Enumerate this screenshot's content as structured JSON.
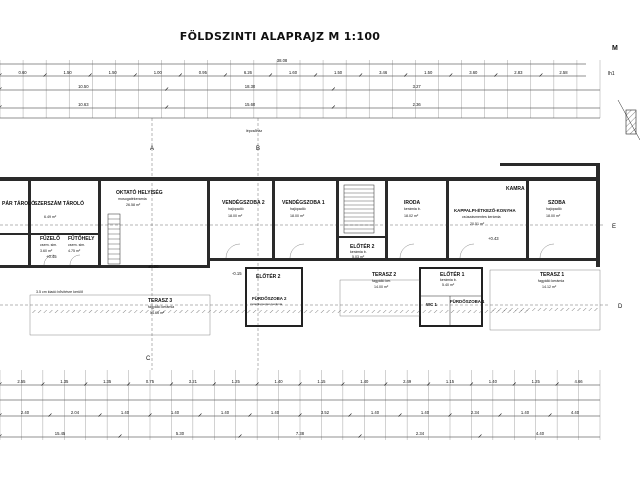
{
  "title": "FÖLDSZINTI ALAPRAJZ M 1:100",
  "corner_label": "M",
  "side_label": "lh1",
  "top_dims": [
    "0.60",
    "1.50",
    "1.50",
    "1.00",
    "0.95",
    "6.26",
    "1.60",
    "1.50",
    "3.46",
    "1.50",
    "3.60",
    "2.83",
    "2.58"
  ],
  "total_dim": "38.08",
  "second_row_dims": [
    "10.50",
    "18.30",
    "3.27"
  ],
  "third_row_dims": [
    "10.63",
    "15.60",
    "2.36"
  ],
  "axes": [
    "A",
    "B",
    "C",
    "D",
    "E"
  ],
  "section_label": "lépcsőház",
  "rooms": [
    {
      "key": "r1",
      "name": "PÁR TÁROLÓ",
      "sub1": "",
      "sub2": ""
    },
    {
      "key": "r2",
      "name": "SZERSZÁM TÁROLÓ",
      "sub1": "",
      "sub2": "6.49 m²"
    },
    {
      "key": "r3",
      "name": "OKTATÓ HELYISÉG",
      "sub1": "mosogatékeramia",
      "sub2": "26.58 m²"
    },
    {
      "key": "r4",
      "name": "VENDÉGSZOBA 2",
      "sub1": "hajópadló",
      "sub2": "18.00 m²"
    },
    {
      "key": "r5",
      "name": "VENDÉGSZOBA 1",
      "sub1": "hajópadló",
      "sub2": "18.00 m²"
    },
    {
      "key": "r6",
      "name": "IRODA",
      "sub1": "kerámia b.",
      "sub2": "18.02 m²"
    },
    {
      "key": "r7",
      "name": "KAMRA",
      "sub1": "",
      "sub2": ""
    },
    {
      "key": "r8",
      "name": "KAPPALPI-ÉTKEZŐ-KONYHA",
      "sub1": "csúszásmentes kerámia",
      "sub2": "20.51 m²"
    },
    {
      "key": "r9",
      "name": "SZOBA",
      "sub1": "hajópadló",
      "sub2": "18.00 m²"
    },
    {
      "key": "r10",
      "name": "FŰZELŐ",
      "sub1": "csem. sim.",
      "sub2": "3.60 m²"
    },
    {
      "key": "r11",
      "name": "FŰTŐHELY",
      "sub1": "csem. sim.",
      "sub2": "4.75 m²"
    },
    {
      "key": "r12",
      "name": "ELŐTÉR 2",
      "sub1": "kerámia b.",
      "sub2": "5.03 m²"
    },
    {
      "key": "r13",
      "name": "ELŐTÉR 2",
      "sub1": "",
      "sub2": ""
    },
    {
      "key": "r14",
      "name": "ELŐTÉR 1",
      "sub1": "kerámia b.",
      "sub2": "5.40 m²"
    },
    {
      "key": "r15",
      "name": "FÜRDŐSZOBA 2",
      "sub1": "csúszásmentes kerámia",
      "sub2": ""
    },
    {
      "key": "r16",
      "name": "FÜRDŐSZOBA 1",
      "sub1": "",
      "sub2": ""
    },
    {
      "key": "r17",
      "name": "WC 1",
      "sub1": "",
      "sub2": ""
    },
    {
      "key": "r18",
      "name": "TERASZ 3",
      "sub1": "fagyálló kerámia",
      "sub2": "54.65 m²"
    },
    {
      "key": "r19",
      "name": "TERASZ 2",
      "sub1": "fagyálló ker.",
      "sub2": "14.00 m²"
    },
    {
      "key": "r20",
      "name": "TERASZ 1",
      "sub1": "fagyálló kerámia",
      "sub2": "14.12 m²"
    }
  ],
  "bottom_row1": [
    "2.55",
    "1.35",
    "1.35",
    "0.75",
    "3.21",
    "1.25",
    "1.40",
    "1.15",
    "1.40",
    "2.49",
    "1.15",
    "1.40",
    "1.25",
    "4.66"
  ],
  "bottom_row2": [
    "2.40",
    "2.04",
    "1.40",
    "1.40",
    "1.40",
    "1.40",
    "3.52",
    "1.40",
    "1.40",
    "2.34",
    "1.40",
    "4.40"
  ],
  "bottom_totals": [
    "15.45",
    "5.30",
    "7.38",
    "2.34",
    "4.40"
  ],
  "elevations": [
    "+0.45",
    "±0.00",
    "-0.15",
    "+0.43"
  ],
  "note": "3.5 cm kiadó bővítésre kerülő"
}
